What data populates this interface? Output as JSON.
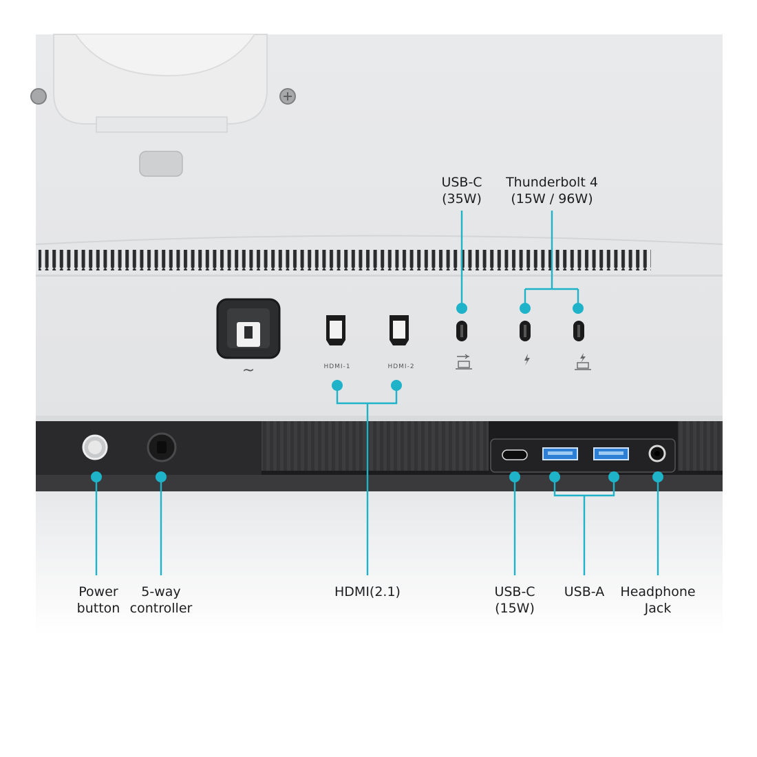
{
  "accent_color": "#1fb3c9",
  "callouts_top": {
    "usb_c_35w": {
      "line1": "USB-C",
      "line2": "(35W)"
    },
    "thunderbolt_4": {
      "line1": "Thunderbolt 4",
      "line2": "(15W / 96W)"
    }
  },
  "port_labels": {
    "hdmi_1": "HDMI-1",
    "hdmi_2": "HDMI-2",
    "ac_symbol": "~"
  },
  "callouts_bottom": {
    "power_button": {
      "line1": "Power",
      "line2": "button"
    },
    "five_way_controller": {
      "line1": "5-way",
      "line2": "controller"
    },
    "hdmi": {
      "line1": "HDMI(2.1)"
    },
    "usb_c_15w": {
      "line1": "USB-C",
      "line2": "(15W)"
    },
    "usb_a": {
      "line1": "USB-A"
    },
    "headphone_jack": {
      "line1": "Headphone",
      "line2": "Jack"
    }
  }
}
